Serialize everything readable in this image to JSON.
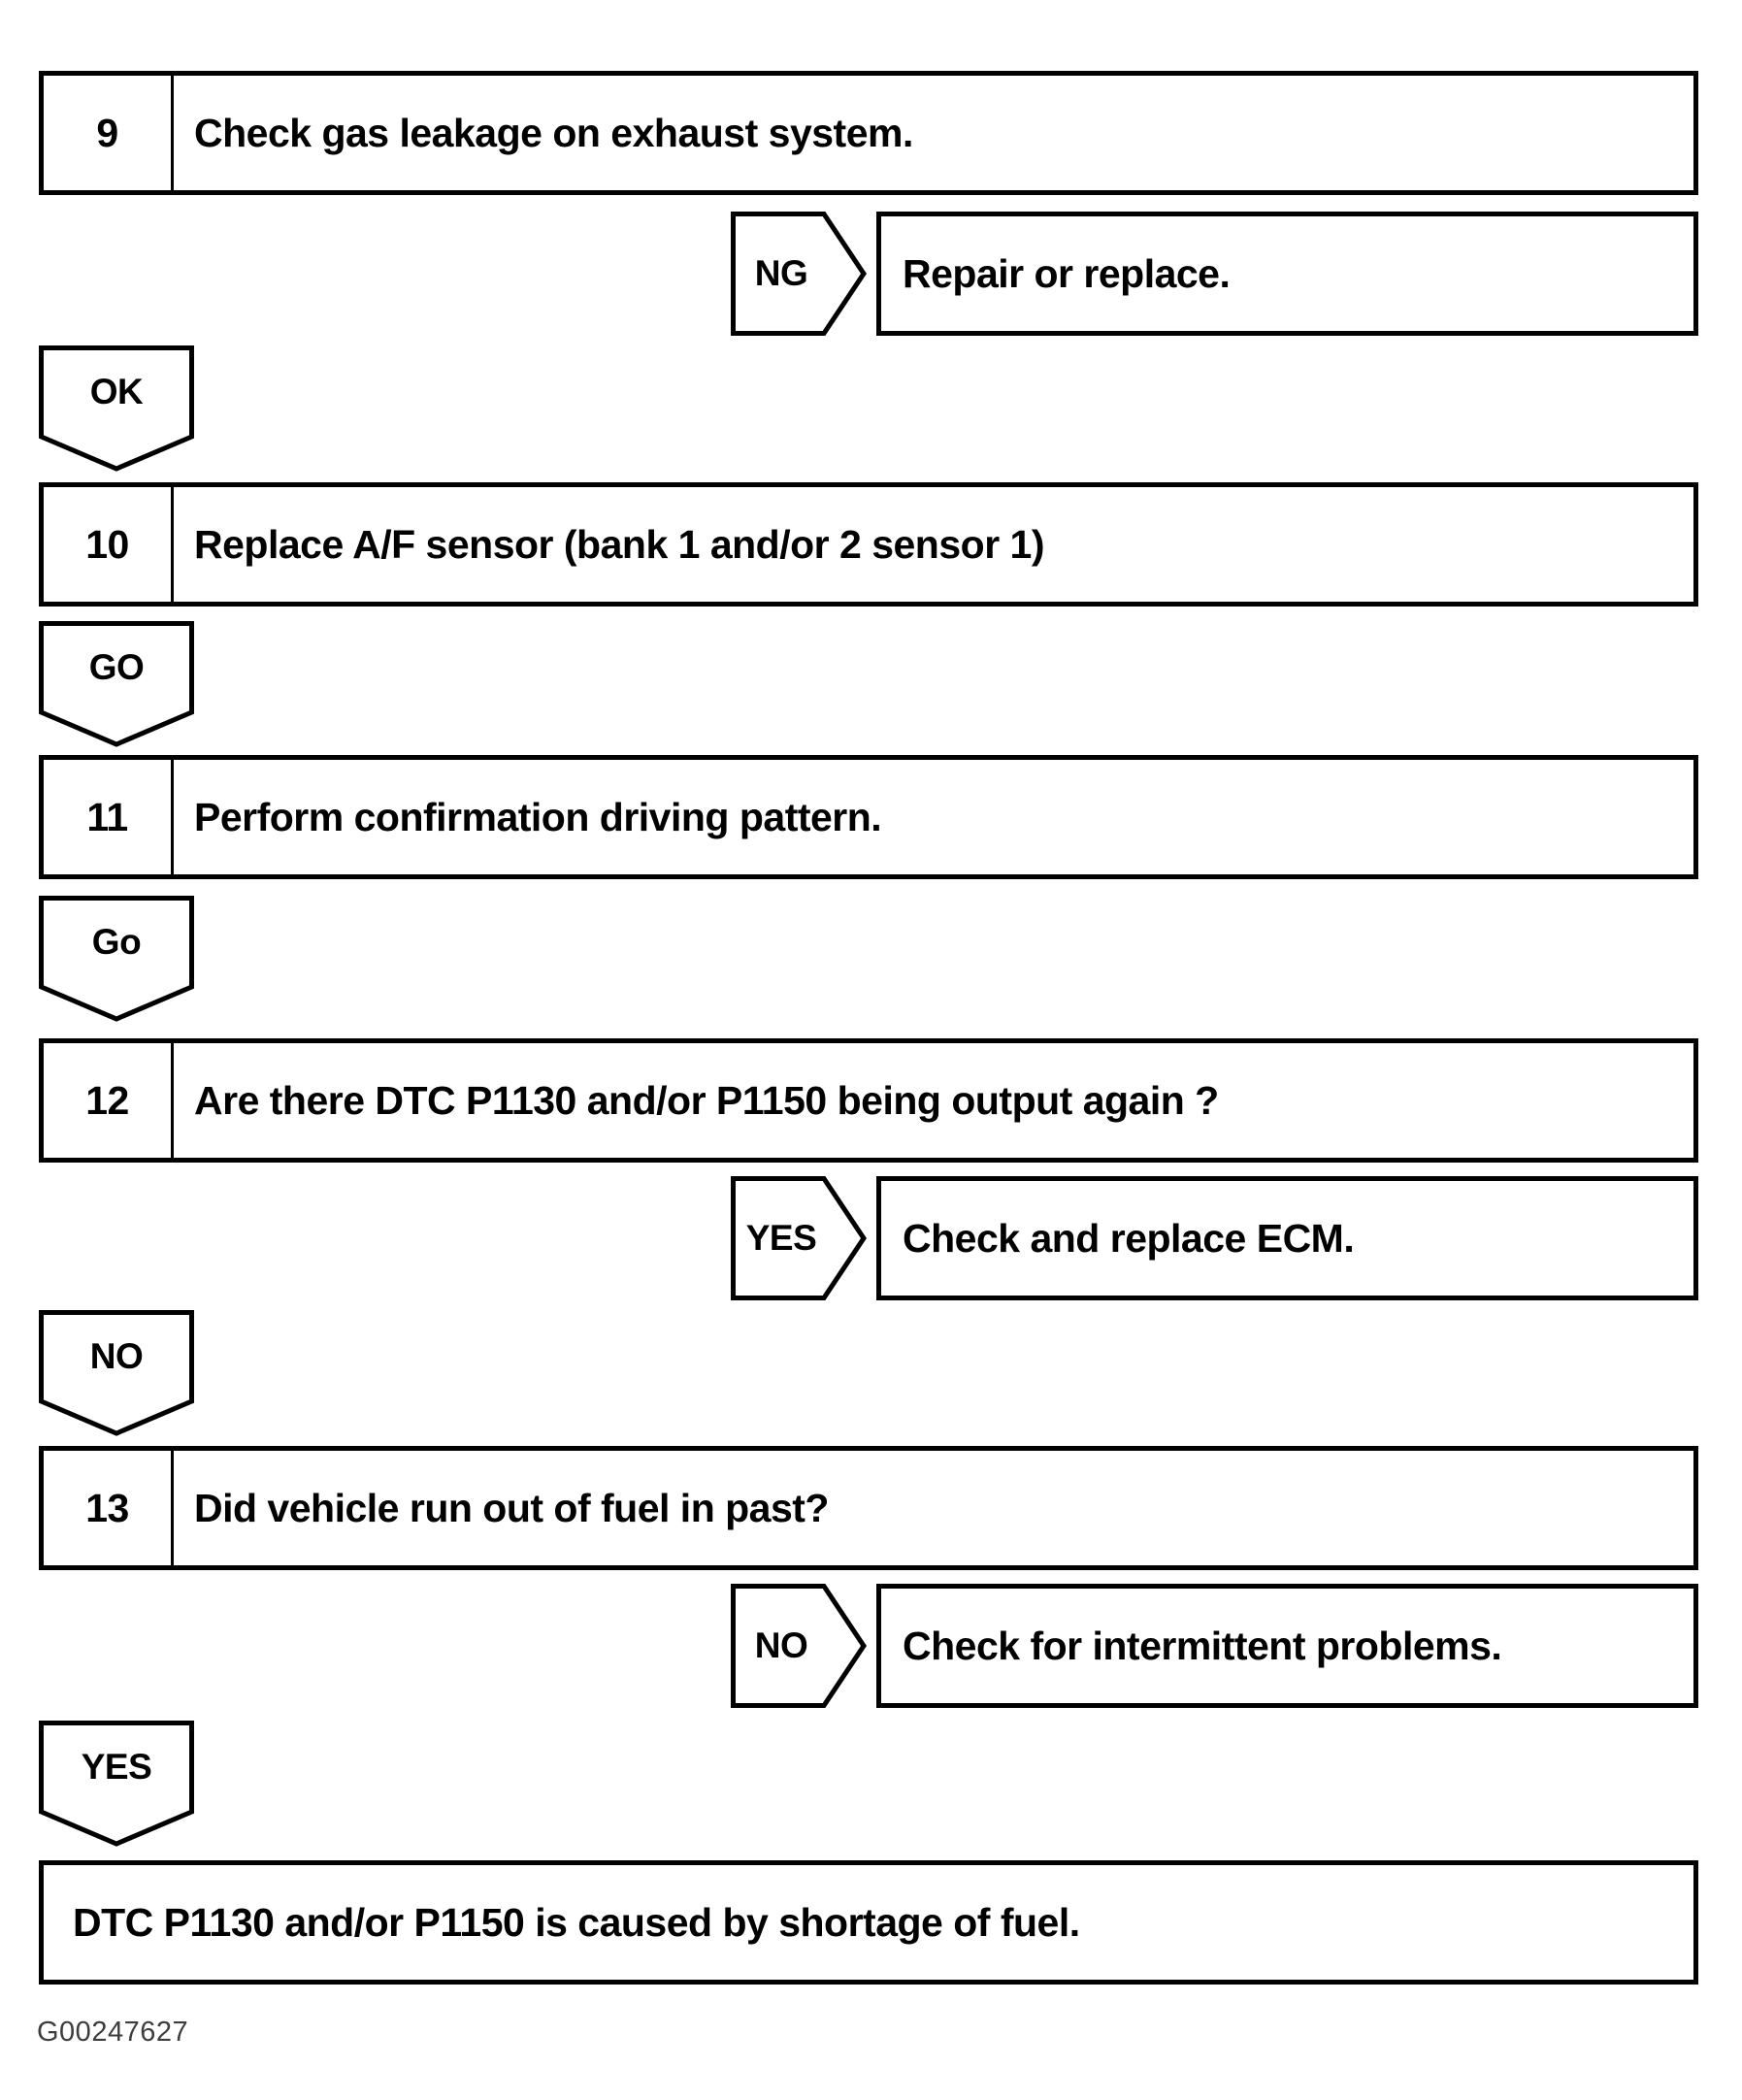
{
  "page": {
    "background": "#ffffff",
    "line_color": "#000000",
    "text_color": "#000000",
    "figure_code": "G00247627"
  },
  "steps": [
    {
      "number": "9",
      "text": "Check gas leakage on exhaust system.",
      "branch": {
        "label": "NG",
        "result": "Repair or replace."
      },
      "connector": "OK"
    },
    {
      "number": "10",
      "text": "Replace A/F sensor (bank 1 and/or 2 sensor 1)",
      "connector": "GO"
    },
    {
      "number": "11",
      "text": "Perform confirmation driving pattern.",
      "connector": "Go"
    },
    {
      "number": "12",
      "text": "Are there DTC P1130 and/or P1150 being output again ?",
      "branch": {
        "label": "YES",
        "result": "Check and replace ECM."
      },
      "connector": "NO"
    },
    {
      "number": "13",
      "text": "Did vehicle run out of fuel in past?",
      "branch": {
        "label": "NO",
        "result": "Check for intermittent problems."
      },
      "connector": "YES"
    }
  ],
  "conclusion": "DTC P1130 and/or P1150 is caused by shortage of fuel."
}
